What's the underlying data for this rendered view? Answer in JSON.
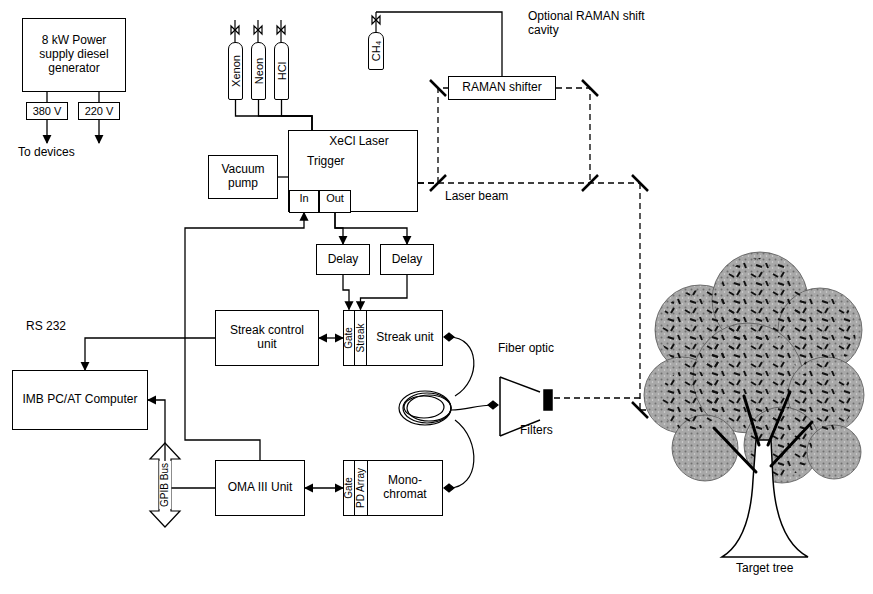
{
  "diagram": {
    "nodes": [
      {
        "text": [
          "8 kW Power supply diesel generator"
        ]
      },
      {
        "text": [
          "380 V"
        ]
      },
      {
        "text": [
          "220 V"
        ]
      },
      {
        "text": [
          "Xenon"
        ]
      },
      {
        "text": [
          "Neon"
        ]
      },
      {
        "text": [
          "HCl"
        ]
      },
      {
        "text": [
          "CH₄"
        ]
      },
      {
        "text": [
          "RAMAN shifter"
        ]
      },
      {
        "text": [
          "Vacuum pump"
        ]
      },
      {
        "text": [
          "XeCl Laser",
          "Trigger"
        ]
      },
      {
        "text": [
          "In"
        ],
        "in": 9
      },
      {
        "text": [
          "Out"
        ],
        "in": 9
      },
      {
        "text": [
          "Delay"
        ]
      },
      {
        "text": [
          "Delay"
        ]
      },
      {
        "text": [
          "Streak control unit"
        ]
      },
      {
        "text": [
          "Streak unit"
        ]
      },
      {
        "text": [
          "Gate"
        ],
        "in": 15
      },
      {
        "text": [
          "Streak"
        ],
        "in": 15
      },
      {
        "text": [
          "IMB PC/AT Computer"
        ]
      },
      {
        "text": [
          "OMA III Unit"
        ]
      },
      {
        "text": [
          "Mono- chromat"
        ]
      },
      {
        "text": [
          "Gate"
        ],
        "in": 20
      },
      {
        "text": [
          "PD Array"
        ],
        "in": 20
      }
    ],
    "edges": [
      {
        "from": 0,
        "to": 1,
        "arrow": "none"
      },
      {
        "from": 0,
        "to": 2,
        "arrow": "none"
      },
      {
        "from": 3,
        "to": 9,
        "arrow": "none"
      },
      {
        "from": 4,
        "to": 9,
        "arrow": "none"
      },
      {
        "from": 5,
        "to": 9,
        "arrow": "none"
      },
      {
        "from": 8,
        "to": 9,
        "arrow": "none"
      },
      {
        "from": 6,
        "to": 7,
        "arrow": "none"
      },
      {
        "from": 9,
        "to": 7,
        "arrow": "none"
      },
      {
        "from": 11,
        "to": 12,
        "arrow": "to"
      },
      {
        "from": 11,
        "to": 13,
        "arrow": "to"
      },
      {
        "from": 12,
        "to": 16,
        "arrow": "to"
      },
      {
        "from": 13,
        "to": 17,
        "arrow": "to"
      },
      {
        "from": 14,
        "to": 15,
        "arrow": "both"
      },
      {
        "from": 19,
        "to": 20,
        "arrow": "both"
      },
      {
        "from": 14,
        "to": 18,
        "arrow": "to"
      },
      {
        "from": 19,
        "to": 18,
        "arrow": "to"
      },
      {
        "from": 19,
        "to": 10,
        "arrow": "to"
      }
    ],
    "labels": [
      "To devices",
      "Optional RAMAN shift cavity",
      "Laser beam",
      "RS 232",
      "GPIB Bus",
      "Fiber optic",
      "Filters",
      "Target tree"
    ]
  }
}
